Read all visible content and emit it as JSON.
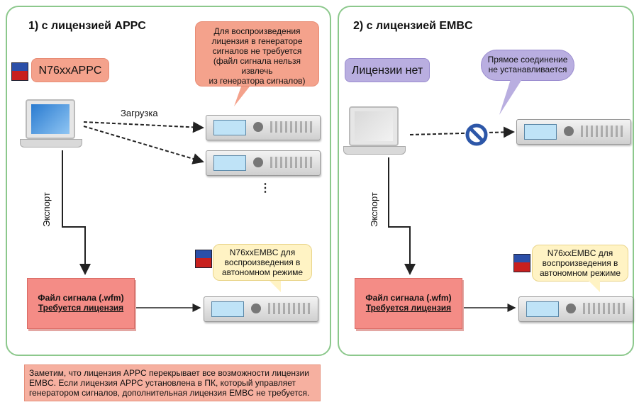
{
  "left_panel": {
    "title": "1) с лицензией APPC",
    "license_label": "N76xxAPPC",
    "callout_top": [
      "Для воспроизведения",
      "лицензия в генераторе",
      "сигналов не требуется",
      "(файл сигнала нельзя извлечь",
      "из генератора сигналов)"
    ],
    "download_label": "Загрузка",
    "export_label": "Экспорт",
    "file_box": {
      "title": "Файл сигнала (.wfm)",
      "requirement": "Требуется лицензия"
    },
    "callout_bottom": [
      "N76xxEMBC для",
      "воспроизведения в",
      "автономном режиме"
    ],
    "continuation": "⋮"
  },
  "right_panel": {
    "title": "2) с лицензией EMBC",
    "license_label": "Лицензии нет",
    "callout_top": [
      "Прямое соединение",
      "не устанавливается"
    ],
    "export_label": "Экспорт",
    "file_box": {
      "title": "Файл сигнала (.wfm)",
      "requirement": "Требуется лицензия"
    },
    "callout_bottom": [
      "N76xxEMBC для",
      "воспроизведения в",
      "автономном режиме"
    ],
    "blocked_icon": "no-entry-icon"
  },
  "note": [
    "Заметим, что лицензия APPC перекрывает все возможности лицензии",
    "EMBC. Если лицензия APPC установлена в ПК, который управляет",
    "генератором сигналов, дополнительная лицензия EMBC не требуется."
  ],
  "colors": {
    "panel_border": "#8cc88c",
    "red_callout": "#f4a28c",
    "purple_callout": "#b9aee0",
    "yellow_callout": "#fff3c4",
    "file_box": "#f48c86",
    "blocked": "#2d57a8"
  }
}
